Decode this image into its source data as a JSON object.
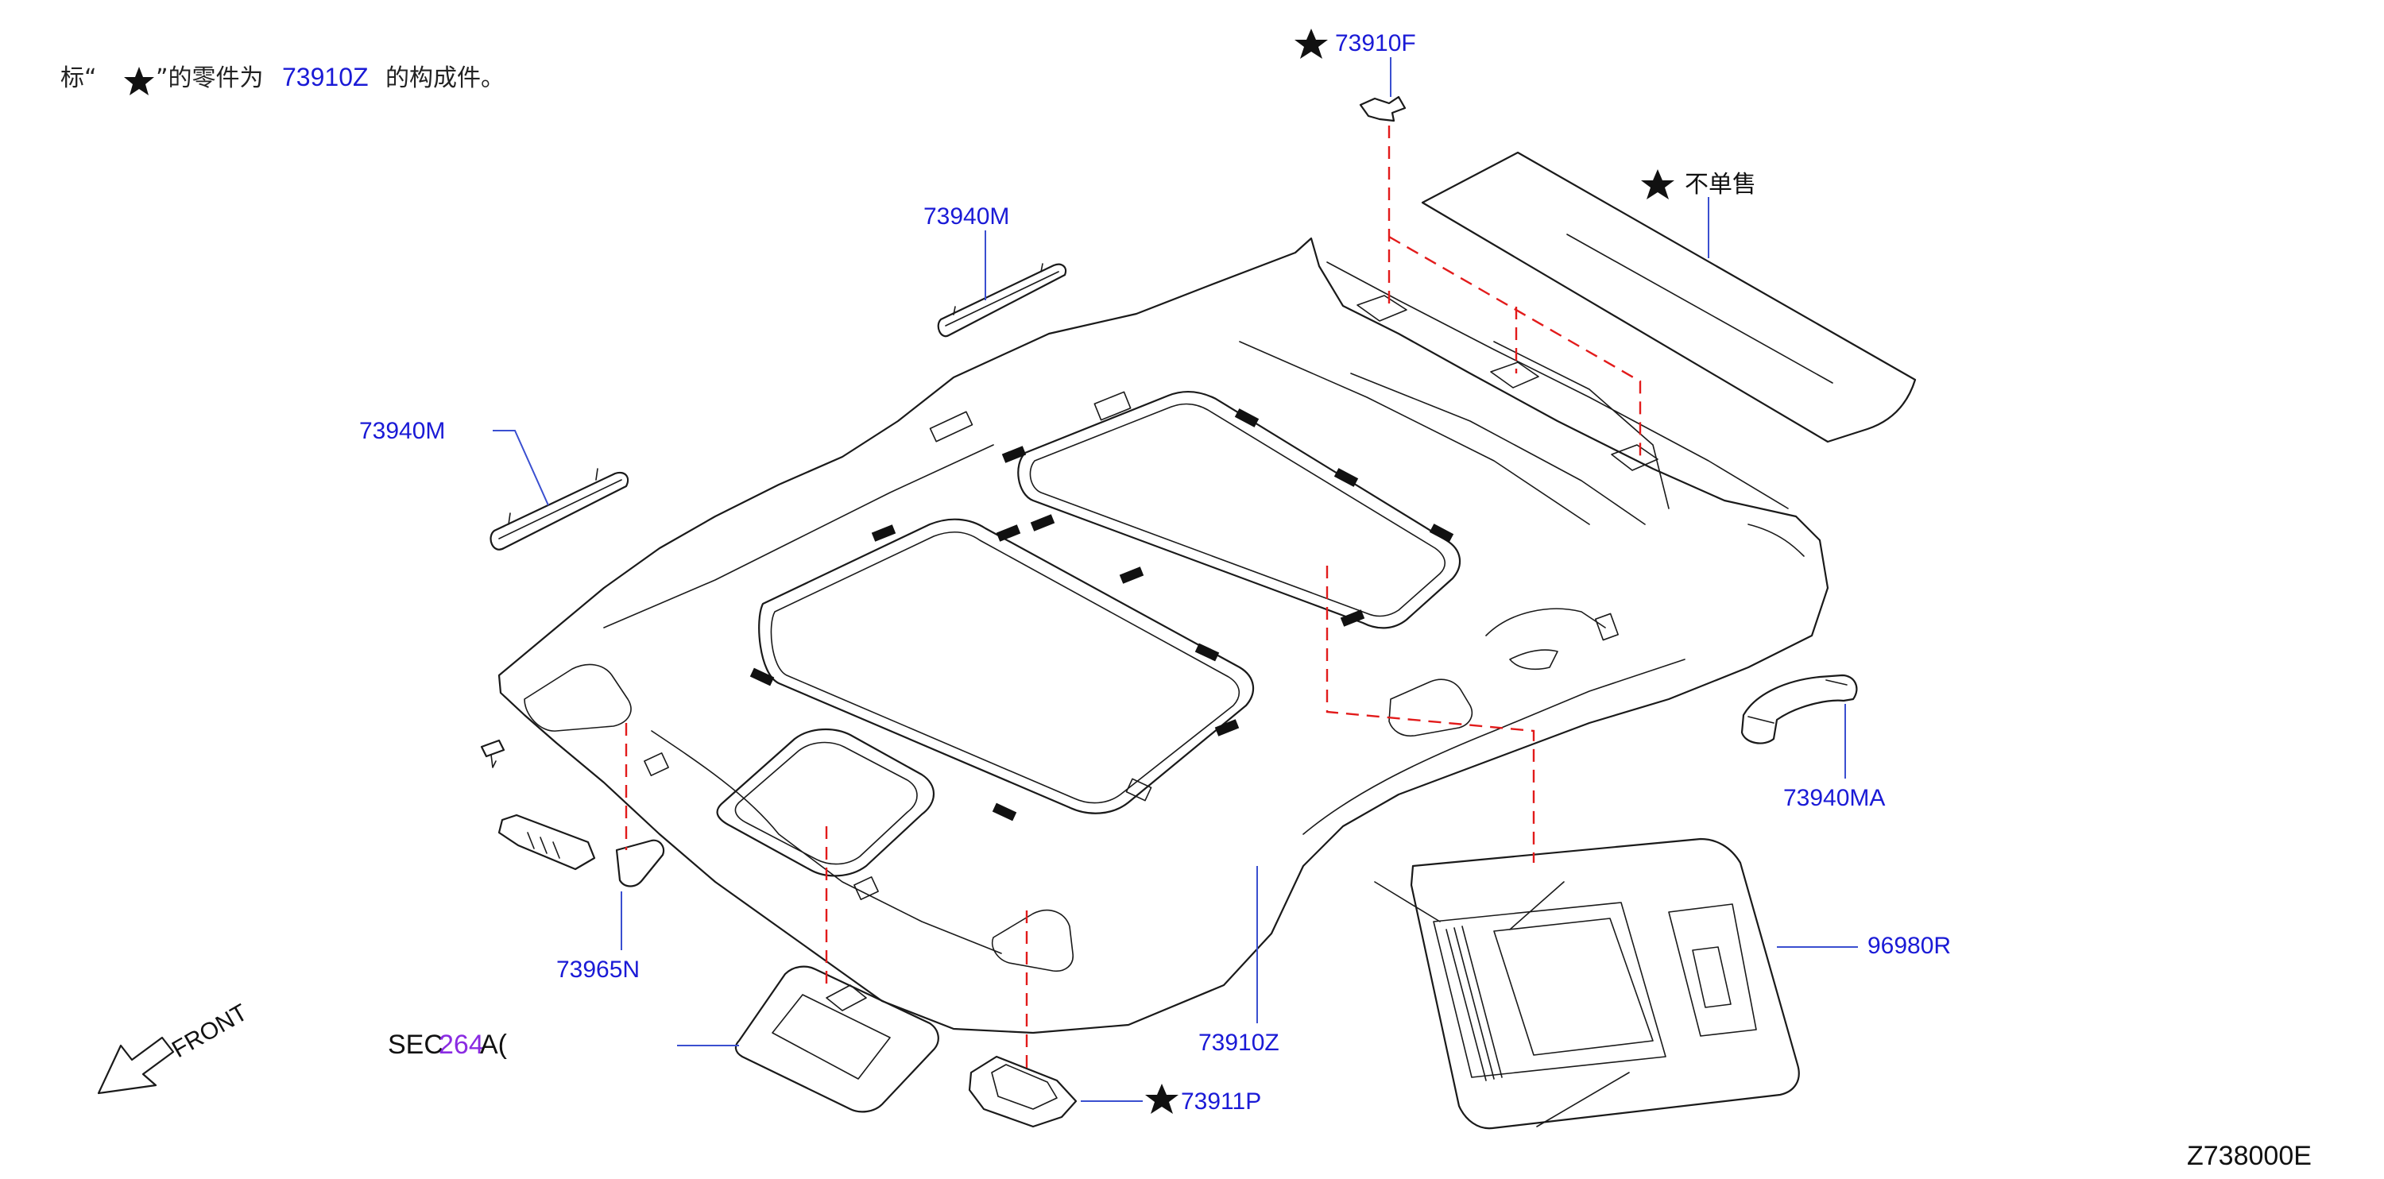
{
  "note": {
    "prefix": "标“",
    "suffix": "”的零件为",
    "part": "73910Z",
    "end": "的构成件。"
  },
  "labels": {
    "p73910F": "73910F",
    "not_sold": "不单售",
    "p73940M_top": "73940M",
    "p73940M_left": "73940M",
    "p73940MA": "73940MA",
    "p96980R": "96980R",
    "p73965N": "73965N",
    "p73910Z": "73910Z",
    "p73911P": "73911P",
    "sec_prefix": "SEC",
    "sec_num": "264",
    "sec_suffix": "A(",
    "front": "FRONT",
    "drawing_code": "Z738000E"
  },
  "colors": {
    "part_label": "#1a1ad6",
    "leader": "#3a4fd0",
    "dashed_guide": "#e21b1b",
    "line_art": "#1a1a1a",
    "sec_number": "#8a2be2"
  },
  "icons": {
    "star": "star-icon",
    "front_arrow": "front-arrow-icon"
  }
}
